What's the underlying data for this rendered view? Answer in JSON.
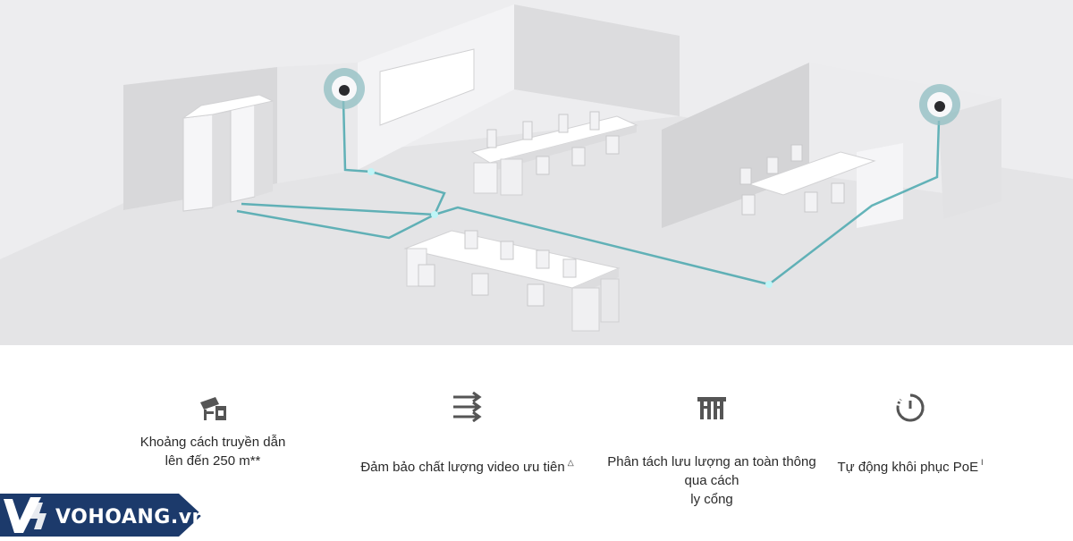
{
  "hero": {
    "icons": [
      "dome-camera-icon",
      "dome-camera-icon"
    ],
    "accent_color": "#2f9aa0"
  },
  "features": [
    {
      "icon": "bullet-camera-range-icon",
      "lines": [
        "Khoảng cách truyền dẫn",
        "lên đến 250 m**"
      ],
      "sup": ""
    },
    {
      "icon": "priority-arrows-icon",
      "lines": [
        "Đảm bảo chất lượng video ưu tiên"
      ],
      "sup": "△"
    },
    {
      "icon": "port-isolation-icon",
      "lines": [
        "Phân tách lưu lượng an toàn thông",
        "qua cách",
        "ly cổng"
      ],
      "sup": ""
    },
    {
      "icon": "power-recovery-icon",
      "lines": [
        "Tự động khôi phục PoE"
      ],
      "sup": "ǀ"
    }
  ],
  "brand": {
    "name": "VOHOANG.vn",
    "color": "#1c3a6b"
  }
}
